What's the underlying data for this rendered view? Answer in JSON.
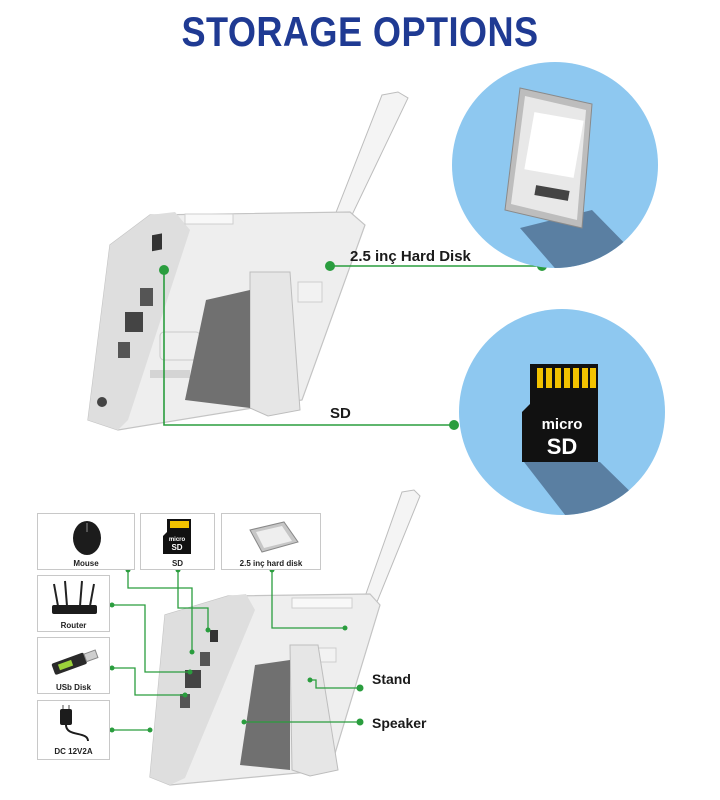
{
  "title": "STORAGE OPTIONS",
  "callouts": {
    "hard_disk": "2.5 inç Hard Disk",
    "sd": "SD",
    "stand": "Stand",
    "speaker": "Speaker"
  },
  "microsd_card": {
    "line1": "micro",
    "line2": "SD"
  },
  "peripherals": {
    "mouse": "Mouse",
    "sd": "SD",
    "hard_disk": "2.5 inç hard disk",
    "router": "Router",
    "usb_disk": "USb Disk",
    "dc": "DC 12V2A"
  },
  "colors": {
    "title": "#1f3a93",
    "connector_line": "#2a9d3e",
    "circle_bg": "#8ec8f0",
    "circle_shadow": "#5a7fa2",
    "device_body": "#eeeeee"
  }
}
